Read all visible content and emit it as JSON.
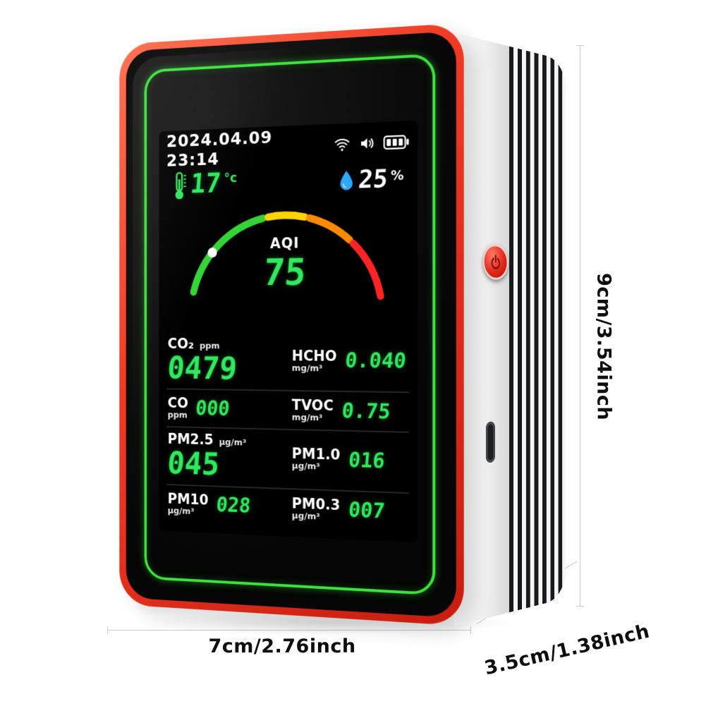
{
  "device": {
    "screen": {
      "status": {
        "datetime": "2024.04.09 23:14"
      },
      "climate": {
        "temp_value": "17",
        "temp_unit": "°c",
        "humidity_value": "25",
        "humidity_unit": "%"
      },
      "aqi": {
        "label": "AQI",
        "value": "75"
      },
      "readings": [
        {
          "label": "CO₂",
          "unit": "ppm",
          "value": "0479"
        },
        {
          "label": "HCHO",
          "unit": "mg/m³",
          "value": "0.040"
        },
        {
          "label": "CO",
          "unit": "ppm",
          "value": "000"
        },
        {
          "label": "TVOC",
          "unit": "mg/m³",
          "value": "0.75"
        },
        {
          "label": "PM2.5",
          "unit": "µg/m³",
          "value": "045"
        },
        {
          "label": "PM1.0",
          "unit": "µg/m³",
          "value": "016"
        },
        {
          "label": "PM10",
          "unit": "µg/m³",
          "value": "028"
        },
        {
          "label": "PM0.3",
          "unit": "µg/m³",
          "value": "007"
        }
      ],
      "icons": {
        "status": [
          "wifi-icon",
          "speaker-icon",
          "battery-icon"
        ],
        "temperature": "thermometer-icon",
        "humidity": "water-drop-icon"
      }
    },
    "hardware": {
      "power_button": "power-button",
      "usb_port": "usb-c-port",
      "vents": "vent-grille"
    }
  },
  "annotations": {
    "height": "9cm/3.54inch",
    "width": "7cm/2.76inch",
    "depth": "3.5cm/1.38inch"
  },
  "colors": {
    "frame_red": "#e8392b",
    "digit_green": "#2ee85e",
    "frame_green": "#3ce33c",
    "humidity_blue": "#2ea8ff",
    "gauge_green": "#35d435",
    "gauge_yellow": "#ffd400",
    "gauge_orange": "#ff8a00",
    "gauge_red": "#ff2424"
  }
}
